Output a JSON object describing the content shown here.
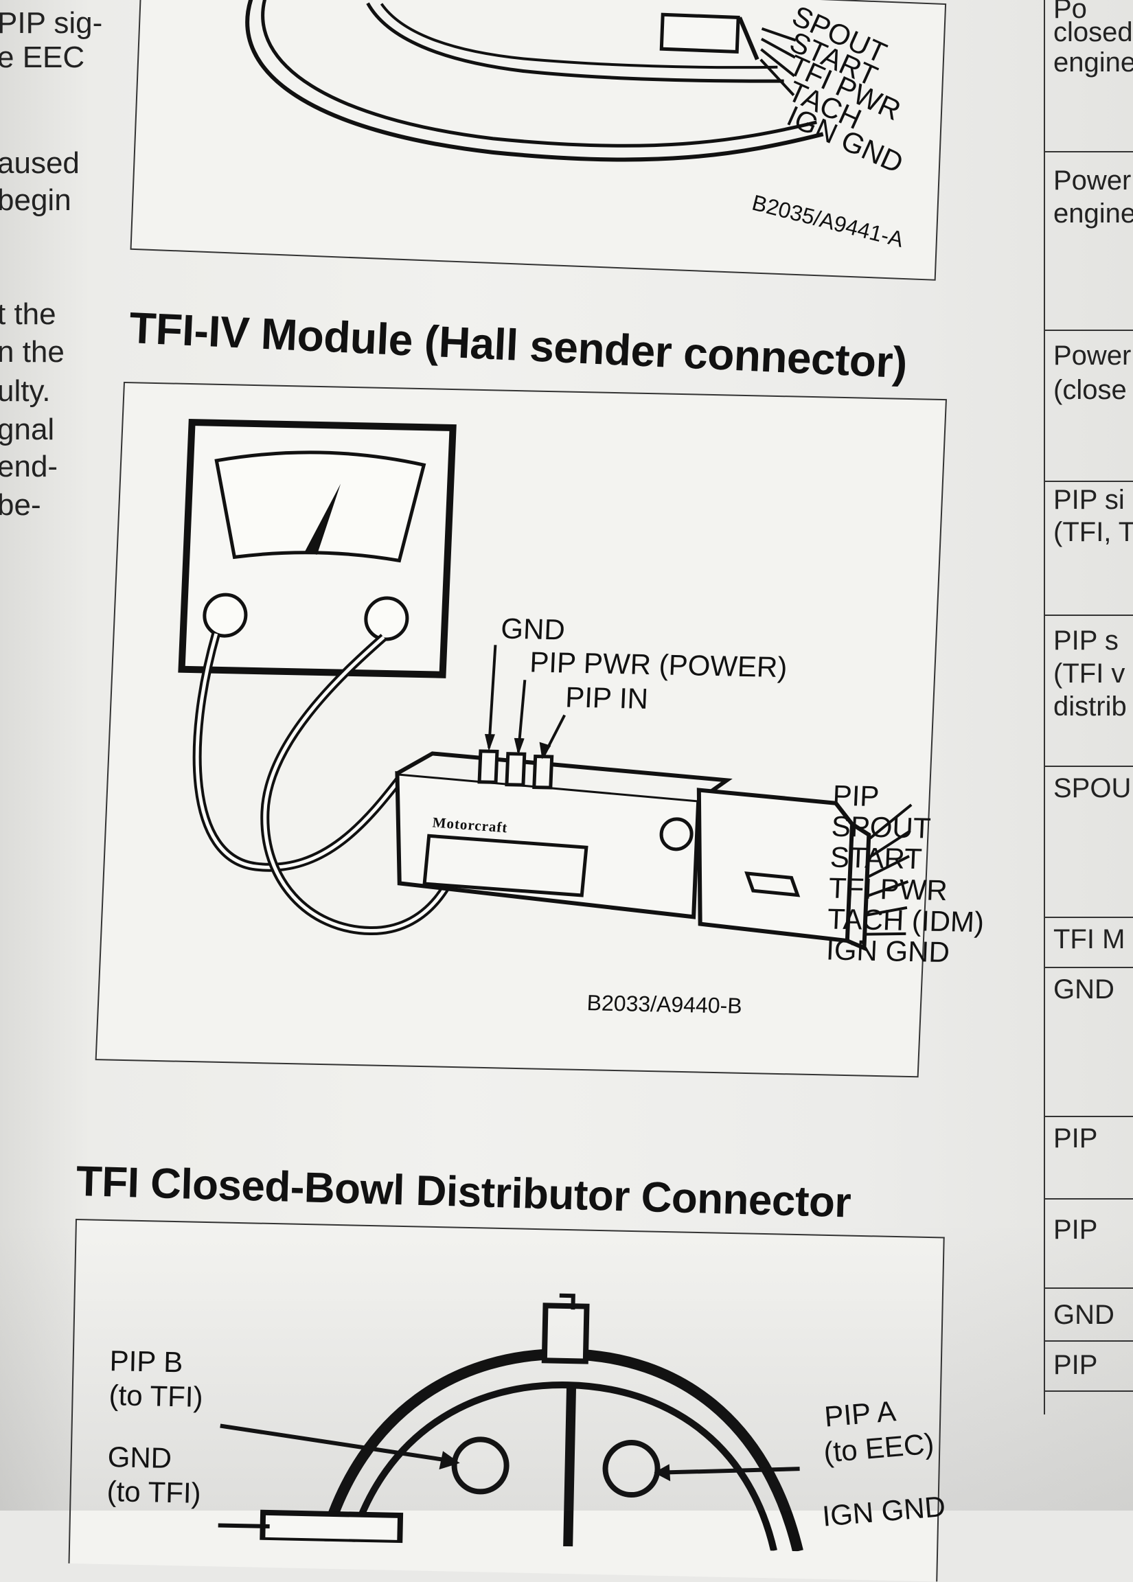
{
  "left_column": [
    "PIP sig-",
    "e EEC",
    "aused",
    "begin",
    "t the",
    "n the",
    "ulty.",
    "gnal",
    "end-",
    "be-"
  ],
  "right_column": [
    "Po",
    "closed",
    "engine",
    "Power",
    "engine",
    "Power",
    "(close",
    "PIP si",
    "(TFI, T",
    "PIP s",
    "(TFI v",
    "distrib",
    "SPOU",
    "TFI M",
    "GND",
    "PIP",
    "PIP",
    "GND",
    "PIP"
  ],
  "figure_top": {
    "labels": [
      "SPOUT",
      "START",
      "TFI PWR",
      "TACH",
      "IGN GND"
    ],
    "code": "B2035/A9441-A"
  },
  "figure_middle": {
    "title": "TFI-IV Module (Hall sender connector)",
    "probe_labels": [
      "GND",
      "PIP PWR (POWER)",
      "PIP IN"
    ],
    "brand": "Motorcraft",
    "pin_labels": [
      "PIP",
      "SPOUT",
      "START",
      "TFI PWR",
      "TACH (IDM)",
      "IGN GND"
    ],
    "code": "B2033/A9440-B"
  },
  "figure_bottom": {
    "title": "TFI Closed-Bowl Distributor Connector",
    "labels": [
      "PIP B",
      "(to TFI)",
      "GND",
      "(to TFI)",
      "PIP A",
      "(to EEC)",
      "IGN GND"
    ]
  }
}
